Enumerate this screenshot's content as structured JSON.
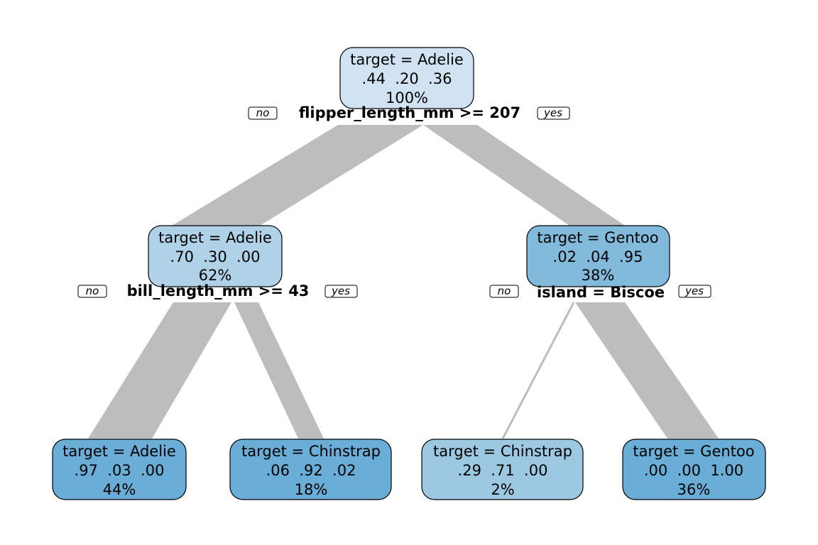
{
  "tree": {
    "root": {
      "line1": "target = Adelie",
      "line2": ".44  .20  .36",
      "line3": "100%",
      "color": "#d1e3f3",
      "split": "flipper_length_mm >= 207",
      "no_label": "no",
      "yes_label": "yes"
    },
    "left": {
      "line1": "target = Adelie",
      "line2": ".70  .30  .00",
      "line3": "62%",
      "color": "#b0d2e8",
      "split": "bill_length_mm >= 43",
      "no_label": "no",
      "yes_label": "yes"
    },
    "right": {
      "line1": "target = Gentoo",
      "line2": ".02  .04  .95",
      "line3": "38%",
      "color": "#82badb",
      "split": "island = Biscoe",
      "no_label": "no",
      "yes_label": "yes"
    },
    "leaf_ll": {
      "line1": "target = Adelie",
      "line2": ".97  .03  .00",
      "line3": "44%",
      "color": "#6aadd6"
    },
    "leaf_lr": {
      "line1": "target = Chinstrap",
      "line2": ".06  .92  .02",
      "line3": "18%",
      "color": "#6aadd6"
    },
    "leaf_rl": {
      "line1": "target = Chinstrap",
      "line2": ".29  .71  .00",
      "line3": "2%",
      "color": "#9cc8e1"
    },
    "leaf_rr": {
      "line1": "target = Gentoo",
      "line2": ".00  .00  1.00",
      "line3": "36%",
      "color": "#6aadd6"
    },
    "branch_color": "#bdbdbd"
  }
}
